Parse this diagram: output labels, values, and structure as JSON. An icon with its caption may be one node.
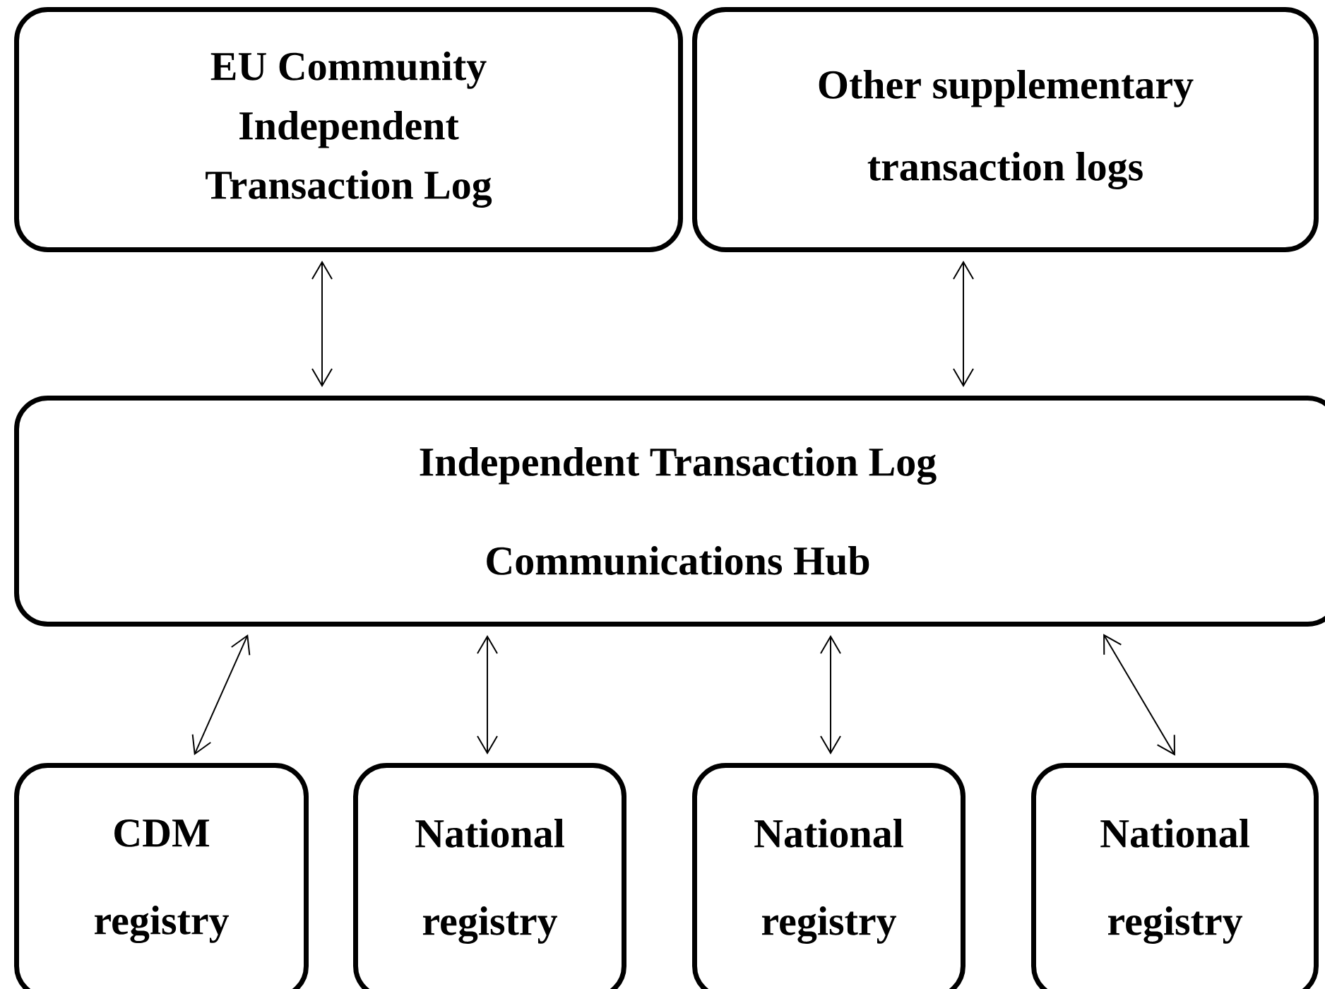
{
  "diagram": {
    "nodes": [
      {
        "text": [
          "EU Community Independent Transaction Log"
        ]
      },
      {
        "text": [
          "Other supplementary transaction logs"
        ]
      },
      {
        "text": [
          "Independent Transaction Log Communications Hub"
        ]
      },
      {
        "text": [
          "CDM registry"
        ]
      },
      {
        "text": [
          "National registry"
        ]
      },
      {
        "text": [
          "National registry"
        ]
      },
      {
        "text": [
          "National registry"
        ]
      }
    ],
    "edges": [
      {
        "from": 0,
        "to": 2,
        "arrow": "both"
      },
      {
        "from": 1,
        "to": 2,
        "arrow": "both"
      },
      {
        "from": 2,
        "to": 3,
        "arrow": "both"
      },
      {
        "from": 2,
        "to": 4,
        "arrow": "both"
      },
      {
        "from": 2,
        "to": 5,
        "arrow": "both"
      },
      {
        "from": 2,
        "to": 6,
        "arrow": "both"
      }
    ]
  }
}
